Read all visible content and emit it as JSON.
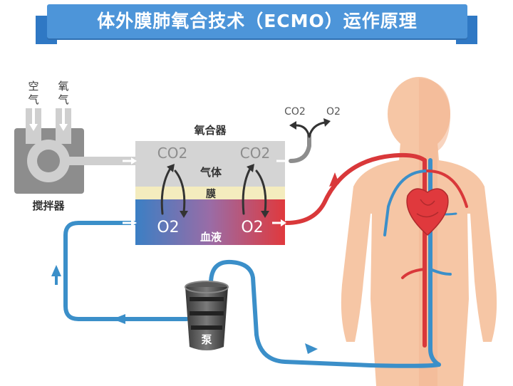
{
  "title": "体外膜肺氧合技术（ECMO）运作原理",
  "labels": {
    "air": [
      "空",
      "气"
    ],
    "oxygen": [
      "氧",
      "气"
    ],
    "mixer": "搅拌器",
    "oxygenator": "氧合器",
    "co2_out": "CO2",
    "o2_out": "O2",
    "co2_left": "CO2",
    "co2_right": "CO2",
    "gas": "气体",
    "membrane": "膜",
    "o2_left": "O2",
    "o2_right": "O2",
    "blood": "血液",
    "pump": "泵"
  },
  "colors": {
    "banner": "#4d95d9",
    "venous_blue": "#3b8fc9",
    "arterial_red": "#d9383a",
    "gas_gray": "#d4d4d4",
    "membrane_yellow": "#f4ecbe",
    "skin": "#f6c6a5"
  }
}
